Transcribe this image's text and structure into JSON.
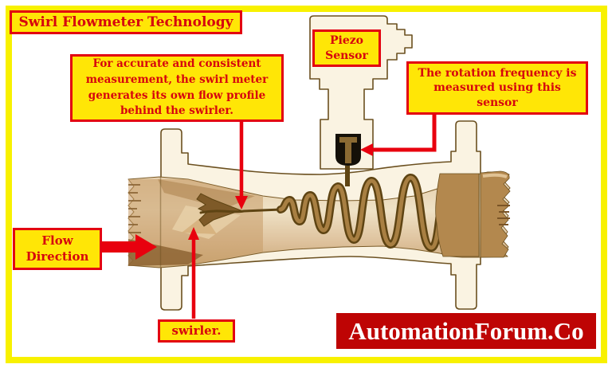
{
  "title": "Swirl Flowmeter Technology",
  "annotations": {
    "flow_profile_note": "For accurate and consistent measurement, the swirl meter generates its own flow profile behind the swirler.",
    "piezo_sensor_label": "Piezo Sensor",
    "rotation_note": "The rotation frequency is measured using this sensor",
    "flow_direction_label": "Flow Direction",
    "swirler_label": "swirler."
  },
  "watermark": "AutomationForum.Co",
  "palette": {
    "frame_border": "#f8f100",
    "label_box_fill": "#ffe606",
    "label_box_border": "#e30010",
    "label_text": "#d6040e",
    "arrow_red": "#e8000e",
    "banner_background": "#be0404",
    "banner_text": "#ffffff",
    "meter_casing": "#faf3e2",
    "meter_outline": "#6b5020",
    "fluid_tan": "#c89a63",
    "fluid_dark": "#8a6434",
    "coil_brown": "#a87f42",
    "piezo_black": "#141008"
  }
}
